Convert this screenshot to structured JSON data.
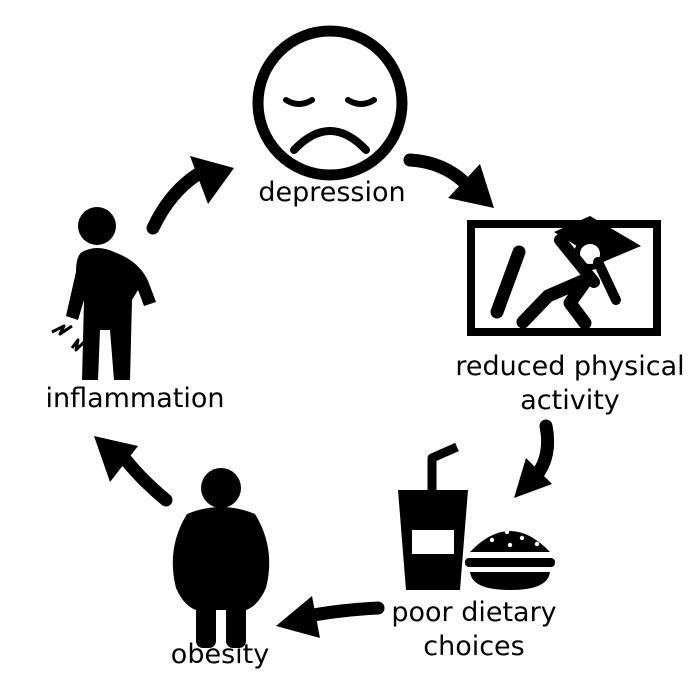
{
  "colors": {
    "ink": "#000000",
    "background": "#ffffff"
  },
  "stages": [
    {
      "id": "depression",
      "lines": [
        "depression"
      ],
      "icon": "sad-face-icon"
    },
    {
      "id": "reduced-physical-activity",
      "lines": [
        "reduced physical",
        "activity"
      ],
      "icon": "person-on-couch-icon"
    },
    {
      "id": "poor-dietary-choices",
      "lines": [
        "poor dietary",
        "choices"
      ],
      "icon": "soda-and-burger-icon"
    },
    {
      "id": "obesity",
      "lines": [
        "obesity"
      ],
      "icon": "obese-person-icon"
    },
    {
      "id": "inflammation",
      "lines": [
        "inflammation"
      ],
      "icon": "person-in-pain-icon"
    }
  ],
  "cycle_arrows": [
    {
      "from": "inflammation",
      "to": "depression"
    },
    {
      "from": "depression",
      "to": "reduced-physical-activity"
    },
    {
      "from": "reduced-physical-activity",
      "to": "poor-dietary-choices"
    },
    {
      "from": "poor-dietary-choices",
      "to": "obesity"
    },
    {
      "from": "obesity",
      "to": "inflammation"
    }
  ]
}
